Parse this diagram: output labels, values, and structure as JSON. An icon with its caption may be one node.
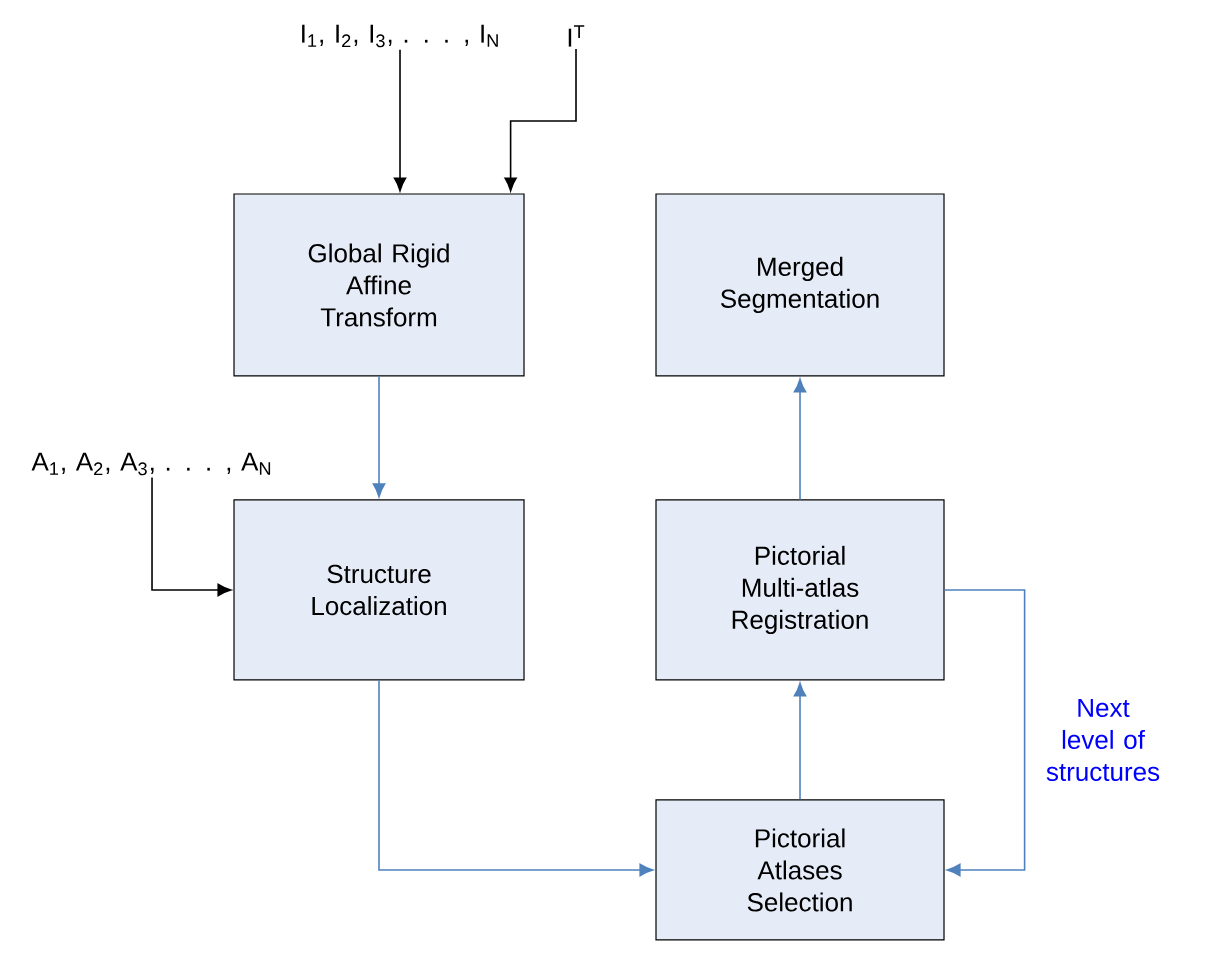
{
  "diagram": {
    "nodes": [
      {
        "text": [
          "I$_{1}$, I$_{2}$, I$_{3}$, . . . , I$_{N}$"
        ]
      },
      {
        "text": [
          "I$^{T}$"
        ]
      },
      {
        "text": [
          "Global Rigid Affine Transform"
        ]
      },
      {
        "text": [
          "Merged Segmentation"
        ]
      },
      {
        "text": [
          "A$_{1}$, A$_{2}$, A$_{3}$, . . . , A$_{N}$"
        ]
      },
      {
        "text": [
          "Structure Localization"
        ]
      },
      {
        "text": [
          "Pictorial Multi-atlas Registration"
        ]
      },
      {
        "text": [
          "Pictorial Atlases Selection"
        ]
      }
    ],
    "edges": [
      {
        "from": 0,
        "to": 2,
        "arrow": "to",
        "color": "#000000"
      },
      {
        "from": 1,
        "to": 2,
        "arrow": "to",
        "color": "#000000"
      },
      {
        "from": 4,
        "to": 5,
        "arrow": "to",
        "color": "#000000"
      },
      {
        "from": 2,
        "to": 5,
        "arrow": "to"
      },
      {
        "from": 5,
        "to": 7,
        "arrow": "to"
      },
      {
        "from": 7,
        "to": 6,
        "arrow": "to"
      },
      {
        "from": 6,
        "to": 3,
        "arrow": "to"
      },
      {
        "from": 6,
        "to": 7,
        "arrow": "to",
        "label": "Next level of structures"
      }
    ]
  }
}
